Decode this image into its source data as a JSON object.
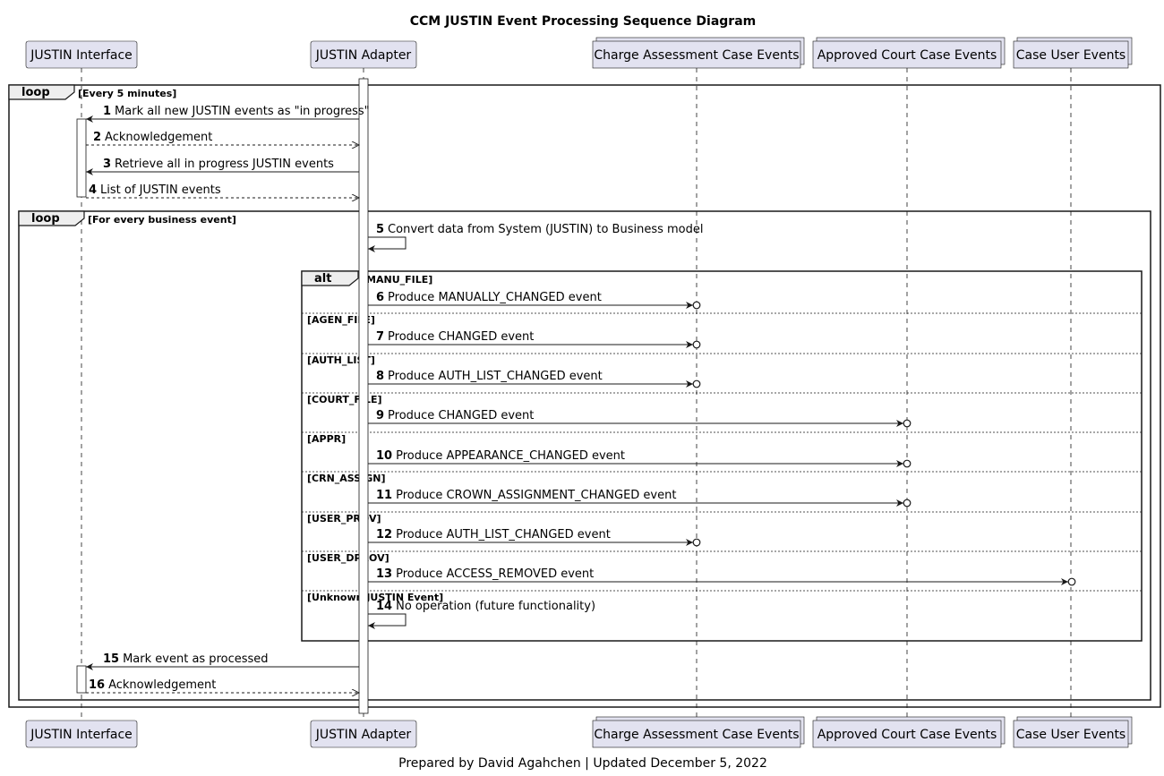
{
  "title": "CCM JUSTIN Event Processing Sequence Diagram",
  "footer": "Prepared by David Agahchen | Updated December 5, 2022",
  "colors": {
    "participant_fill": "#e2e2f0",
    "participant_border": "#181818",
    "line": "#181818",
    "lifeline": "#181818",
    "frame_tab_fill": "#eeeeee",
    "activation_fill": "#ffffff"
  },
  "participants": [
    {
      "id": "ji",
      "name": "JUSTIN Interface",
      "kind": "participant"
    },
    {
      "id": "ja",
      "name": "JUSTIN Adapter",
      "kind": "participant"
    },
    {
      "id": "ca",
      "name": "Charge Assessment Case Events",
      "kind": "queue"
    },
    {
      "id": "ac",
      "name": "Approved Court Case Events",
      "kind": "queue"
    },
    {
      "id": "cu",
      "name": "Case User Events",
      "kind": "queue"
    }
  ],
  "frames": [
    {
      "id": "loop1",
      "label": "loop",
      "condition": "[Every 5 minutes]"
    },
    {
      "id": "loop2",
      "label": "loop",
      "condition": "[For every business event]"
    },
    {
      "id": "alt1",
      "label": "alt",
      "condition": "[MANU_FILE]",
      "branches": [
        "[AGEN_FILE]",
        "[AUTH_LIST]",
        "[COURT_FILE]",
        "[APPR]",
        "[CRN_ASSIGN]",
        "[USER_PROV]",
        "[USER_DPROV]",
        "[Unknown JUSTIN Event]"
      ]
    }
  ],
  "messages": [
    {
      "num": "1",
      "text": "Mark all new JUSTIN events as \"in progress\"",
      "from": "ja",
      "to": "ji",
      "style": "solid"
    },
    {
      "num": "2",
      "text": "Acknowledgement",
      "from": "ji",
      "to": "ja",
      "style": "dashed"
    },
    {
      "num": "3",
      "text": "Retrieve all in progress JUSTIN events",
      "from": "ja",
      "to": "ji",
      "style": "solid"
    },
    {
      "num": "4",
      "text": "List of JUSTIN events",
      "from": "ji",
      "to": "ja",
      "style": "dashed"
    },
    {
      "num": "5",
      "text": "Convert data from System (JUSTIN) to Business model",
      "from": "ja",
      "to": "ja",
      "style": "self"
    },
    {
      "num": "6",
      "text": "Produce MANUALLY_CHANGED event",
      "from": "ja",
      "to": "ca",
      "style": "async"
    },
    {
      "num": "7",
      "text": "Produce CHANGED event",
      "from": "ja",
      "to": "ca",
      "style": "async"
    },
    {
      "num": "8",
      "text": "Produce AUTH_LIST_CHANGED event",
      "from": "ja",
      "to": "ca",
      "style": "async"
    },
    {
      "num": "9",
      "text": "Produce CHANGED event",
      "from": "ja",
      "to": "ac",
      "style": "async"
    },
    {
      "num": "10",
      "text": "Produce APPEARANCE_CHANGED event",
      "from": "ja",
      "to": "ac",
      "style": "async"
    },
    {
      "num": "11",
      "text": "Produce CROWN_ASSIGNMENT_CHANGED event",
      "from": "ja",
      "to": "ac",
      "style": "async"
    },
    {
      "num": "12",
      "text": "Produce AUTH_LIST_CHANGED event",
      "from": "ja",
      "to": "ca",
      "style": "async"
    },
    {
      "num": "13",
      "text": "Produce ACCESS_REMOVED event",
      "from": "ja",
      "to": "cu",
      "style": "async"
    },
    {
      "num": "14",
      "text": "No operation (future functionality)",
      "from": "ja",
      "to": "ja",
      "style": "self"
    },
    {
      "num": "15",
      "text": "Mark event as processed",
      "from": "ja",
      "to": "ji",
      "style": "solid"
    },
    {
      "num": "16",
      "text": "Acknowledgement",
      "from": "ji",
      "to": "ja",
      "style": "dashed"
    }
  ]
}
